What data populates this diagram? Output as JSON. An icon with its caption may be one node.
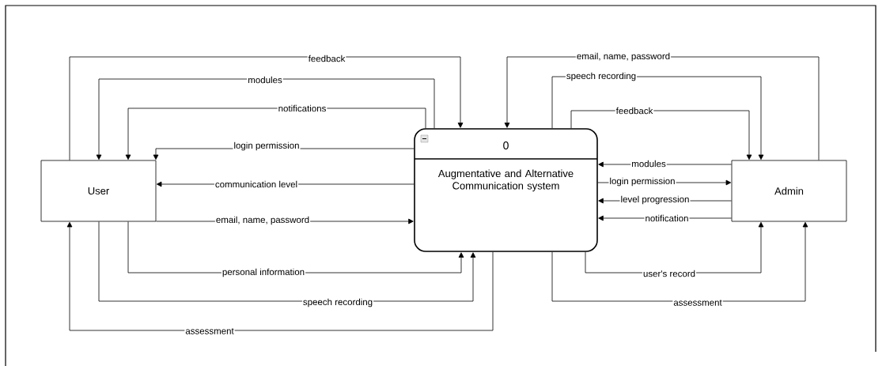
{
  "diagram": {
    "nodes": [
      {
        "text": [
          "User"
        ]
      },
      {
        "text": [
          "0",
          "Augmentative and Alternative Communication system"
        ]
      },
      {
        "text": [
          "Admin"
        ]
      }
    ],
    "edges": [
      {
        "from": 0,
        "to": 1,
        "arrow": "to",
        "label": "feedback"
      },
      {
        "from": 1,
        "to": 0,
        "arrow": "to",
        "label": "modules"
      },
      {
        "from": 1,
        "to": 0,
        "arrow": "to",
        "label": "notifications"
      },
      {
        "from": 1,
        "to": 0,
        "arrow": "to",
        "label": "login permission"
      },
      {
        "from": 1,
        "to": 0,
        "arrow": "to",
        "label": "communication level"
      },
      {
        "from": 0,
        "to": 1,
        "arrow": "to",
        "label": "email, name, password"
      },
      {
        "from": 0,
        "to": 1,
        "arrow": "to",
        "label": "personal information"
      },
      {
        "from": 0,
        "to": 1,
        "arrow": "to",
        "label": "speech recording"
      },
      {
        "from": 1,
        "to": 0,
        "arrow": "to",
        "label": "assessment"
      },
      {
        "from": 2,
        "to": 1,
        "arrow": "to",
        "label": "email, name, password"
      },
      {
        "from": 1,
        "to": 2,
        "arrow": "to",
        "label": "speech recording"
      },
      {
        "from": 1,
        "to": 2,
        "arrow": "to",
        "label": "feedback"
      },
      {
        "from": 2,
        "to": 1,
        "arrow": "to",
        "label": "modules"
      },
      {
        "from": 1,
        "to": 2,
        "arrow": "to",
        "label": "login permission"
      },
      {
        "from": 2,
        "to": 1,
        "arrow": "to",
        "label": "level progression"
      },
      {
        "from": 2,
        "to": 1,
        "arrow": "to",
        "label": "notification"
      },
      {
        "from": 1,
        "to": 2,
        "arrow": "to",
        "label": "user's record"
      },
      {
        "from": 1,
        "to": 2,
        "arrow": "to",
        "label": "assessment"
      }
    ]
  }
}
